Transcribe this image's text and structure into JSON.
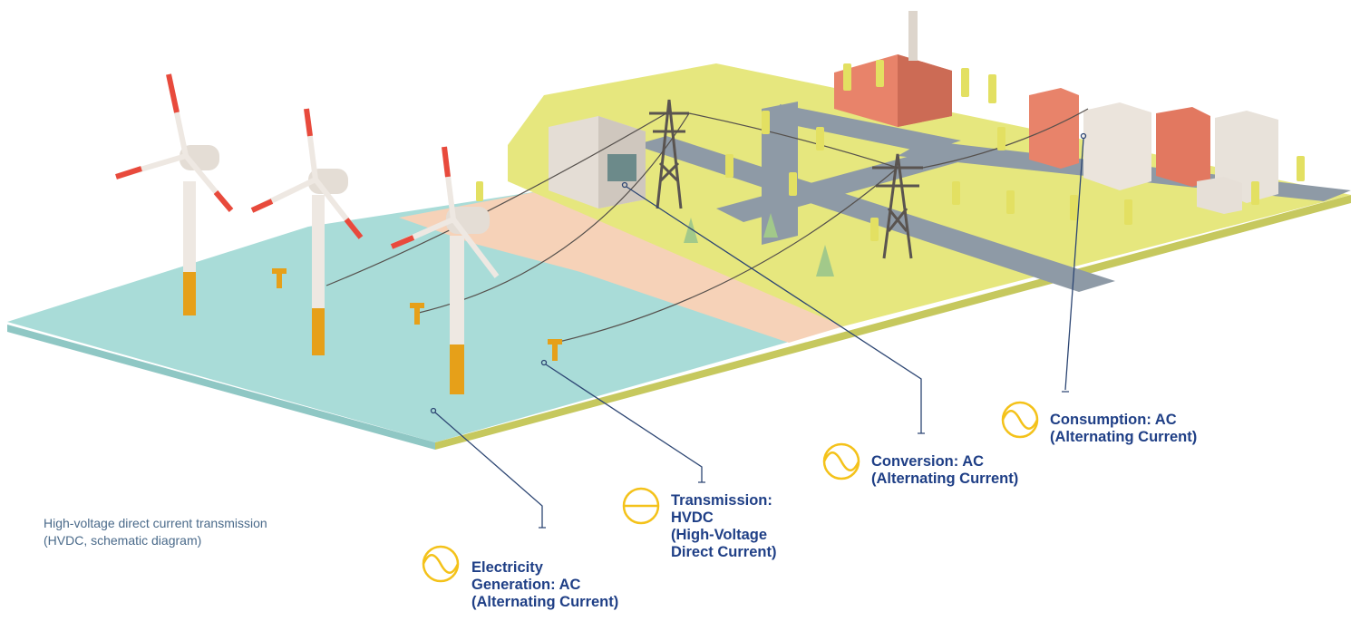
{
  "caption": {
    "line1": "High-voltage direct current transmission",
    "line2": "(HVDC, schematic diagram)"
  },
  "callouts": [
    {
      "id": "generation",
      "label": "Electricity\nGeneration: AC\n(Alternating Current)",
      "icon": "ac-sine-icon"
    },
    {
      "id": "transmission",
      "label": "Transmission:\nHVDC\n(High-Voltage\nDirect Current)",
      "icon": "dc-line-icon"
    },
    {
      "id": "conversion",
      "label": "Conversion: AC\n(Alternating Current)",
      "icon": "ac-sine-icon"
    },
    {
      "id": "consumption",
      "label": "Consumption: AC\n(Alternating Current)",
      "icon": "ac-sine-icon"
    }
  ],
  "colors": {
    "water": "#a9dcd8",
    "land": "#e6e77e",
    "beach": "#f6d2b8",
    "road": "#8e9aa6",
    "turbine": "#eee8e2",
    "turbine_base": "#e6a019",
    "blade_tip": "#e84a3c",
    "callout_text": "#1f3f86",
    "icon_yellow": "#f4c21a",
    "leader_line": "#2d4673"
  }
}
